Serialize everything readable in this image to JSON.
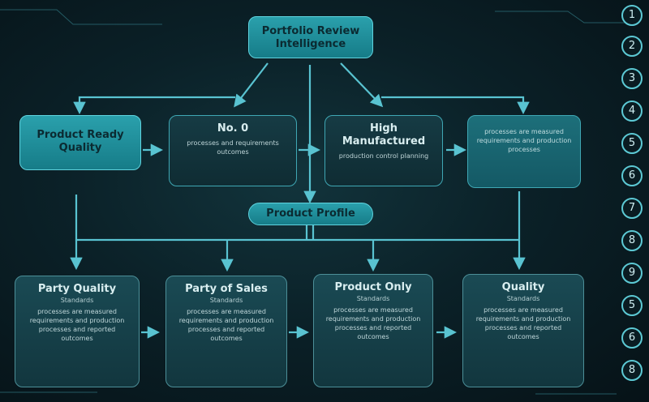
{
  "top_node": {
    "title": "Portfolio Review",
    "subtitle": "Intelligence"
  },
  "row1": [
    {
      "title": "Product Ready",
      "subtitle": "Quality",
      "body": ""
    },
    {
      "title": "No. 0",
      "subtitle": "",
      "body": "processes and requirements outcomes"
    },
    {
      "title": "High Manufactured",
      "subtitle": "",
      "body": "production control planning"
    },
    {
      "title": "",
      "subtitle": "",
      "body": "processes are measured requirements and production processes"
    }
  ],
  "middle_node": {
    "title": "Product Profile"
  },
  "row2": [
    {
      "title": "Party Quality",
      "subtitle": "Standards",
      "body": "processes are measured requirements and production processes and reported outcomes"
    },
    {
      "title": "Party of Sales",
      "subtitle": "Standards",
      "body": "processes are measured requirements and production processes and reported outcomes"
    },
    {
      "title": "Product Only",
      "subtitle": "Standards",
      "body": "processes are measured requirements and production processes and reported outcomes"
    },
    {
      "title": "Quality",
      "subtitle": "Standards",
      "body": "processes are measured requirements and production processes and reported outcomes"
    }
  ],
  "side_badges": [
    "1",
    "2",
    "3",
    "4",
    "5",
    "6",
    "7",
    "8",
    "9",
    "5",
    "6",
    "8"
  ],
  "colors": {
    "wire": "#59c3d1",
    "accent": "#2aa0ac",
    "background": "#0b2128"
  }
}
